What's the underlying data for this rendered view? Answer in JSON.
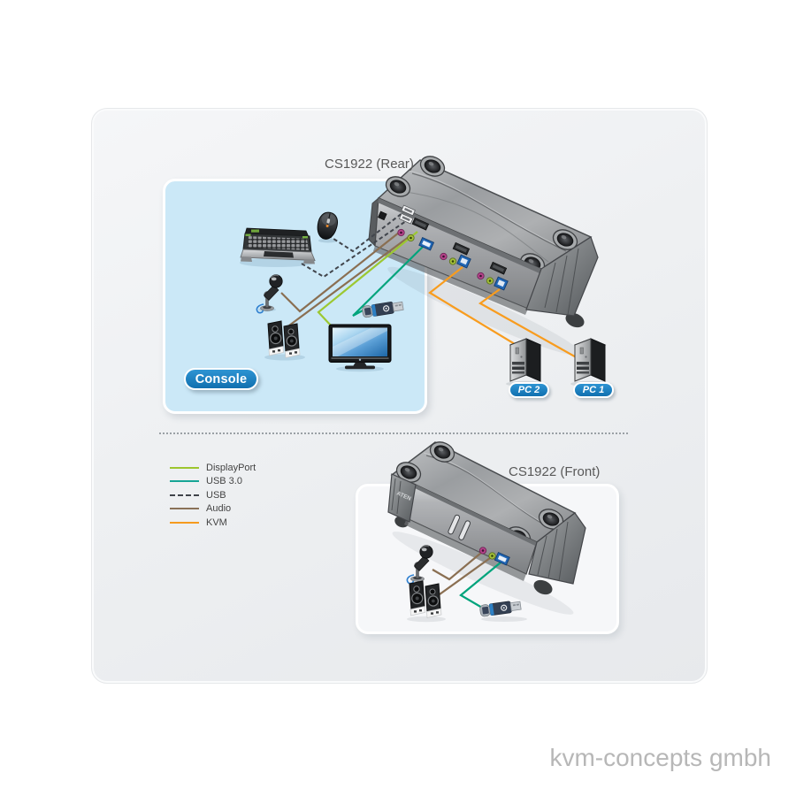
{
  "diagram": {
    "rear_label": "CS1922 (Rear)",
    "front_label": "CS1922 (Front)",
    "console_badge": "Console",
    "pc2_badge": "PC 2",
    "pc1_badge": "PC 1",
    "brand_logo": "ATEN"
  },
  "legend": {
    "items": [
      {
        "label": "DisplayPort",
        "color": "#9dc62f",
        "line_style": "solid"
      },
      {
        "label": "USB 3.0",
        "color": "#16a596",
        "line_style": "solid"
      },
      {
        "label": "USB",
        "color": "#3f434a",
        "line_style": "dashed"
      },
      {
        "label": "Audio",
        "color": "#8a7158",
        "line_style": "solid"
      },
      {
        "label": "KVM",
        "color": "#f59b1e",
        "line_style": "solid"
      }
    ]
  },
  "connections": [
    {
      "from": "mouse",
      "to": "cs1922-rear-console-usb",
      "type": "USB"
    },
    {
      "from": "keyboard",
      "to": "cs1922-rear-console-usb",
      "type": "USB"
    },
    {
      "from": "microphone",
      "to": "cs1922-rear-console-mic-jack",
      "type": "Audio"
    },
    {
      "from": "speakers",
      "to": "cs1922-rear-console-audio-jack",
      "type": "Audio"
    },
    {
      "from": "monitor",
      "to": "cs1922-rear-console-displayport",
      "type": "DisplayPort"
    },
    {
      "from": "usb-flash-drive",
      "to": "cs1922-rear-console-usb3-port",
      "type": "USB 3.0"
    },
    {
      "from": "cs1922-rear-pc2-port",
      "to": "PC 2",
      "type": "KVM"
    },
    {
      "from": "cs1922-rear-pc1-port",
      "to": "PC 1",
      "type": "KVM"
    },
    {
      "from": "microphone",
      "to": "cs1922-front-mic-jack",
      "type": "Audio"
    },
    {
      "from": "speakers",
      "to": "cs1922-front-audio-jack",
      "type": "Audio"
    },
    {
      "from": "usb-flash-drive",
      "to": "cs1922-front-usb3-port",
      "type": "USB 3.0"
    }
  ],
  "watermark": "kvm-concepts gmbh",
  "colors": {
    "badge_blue": "#1b7fc3",
    "console_panel_blue": "#cbe8f7",
    "card_gray": "#edeff1"
  }
}
